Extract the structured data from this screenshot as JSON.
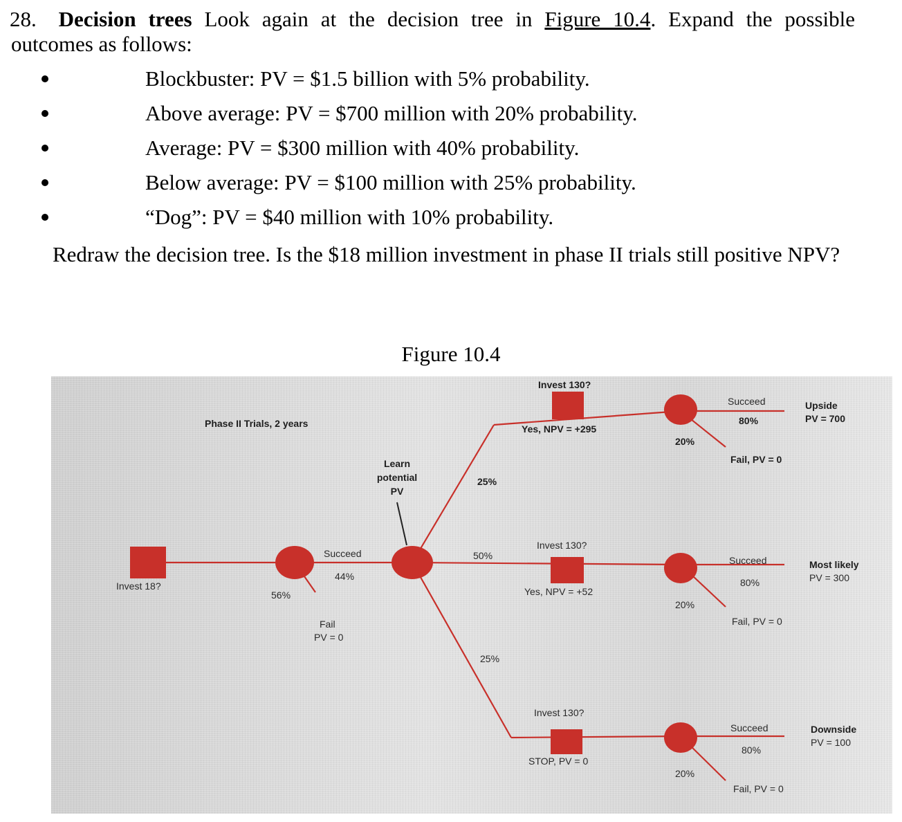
{
  "question": {
    "number": "28.",
    "title": "Decision trees",
    "intro": "Look again at the decision tree in",
    "figure_ref": "Figure 10.4",
    "intro_end": ". Expand the possible",
    "intro_line2": "outcomes as follows:",
    "bullets": [
      "Blockbuster: PV = $1.5 billion with 5% probability.",
      "Above average: PV = $700 million with 20% probability.",
      "Average: PV = $300 million with 40% probability.",
      "Below average: PV = $100 million with 25% probability.",
      "“Dog”: PV = $40 million with 10% probability."
    ],
    "redraw": "Redraw the decision tree. Is the $18 million investment in phase II trials still positive NPV?"
  },
  "figure": {
    "caption": "Figure 10.4",
    "node_color": "#c8302a",
    "line_color": "#c8302a",
    "labels": {
      "invest18": "Invest 18?",
      "phase2": "Phase II Trials, 2 years",
      "succeed44_a": "Succeed",
      "succeed44_b": "44%",
      "fail56_pct": "56%",
      "fail56_a": "Fail",
      "fail56_b": "PV = 0",
      "learn_a": "Learn",
      "learn_b": "potential",
      "learn_c": "PV",
      "p_top": "25%",
      "p_mid": "50%",
      "p_bot": "25%",
      "inv_top": "Invest 130?",
      "npv_top": "Yes, NPV = +295",
      "inv_mid": "Invest 130?",
      "npv_mid": "Yes, NPV = +52",
      "inv_bot": "Invest 130?",
      "npv_bot": "STOP, PV = 0",
      "f20_top": "20%",
      "f20_mid": "20%",
      "f20_bot": "20%",
      "succ_top": "Succeed",
      "succ_top_p": "80%",
      "fail_top": "Fail, PV = 0",
      "succ_mid": "Succeed",
      "succ_mid_p": "80%",
      "fail_mid": "Fail, PV = 0",
      "succ_bot": "Succeed",
      "succ_bot_p": "80%",
      "fail_bot": "Fail, PV = 0",
      "out_top_a": "Upside",
      "out_top_b": "PV = 700",
      "out_mid_a": "Most likely",
      "out_mid_b": "PV = 300",
      "out_bot_a": "Downside",
      "out_bot_b": "PV = 100"
    }
  }
}
